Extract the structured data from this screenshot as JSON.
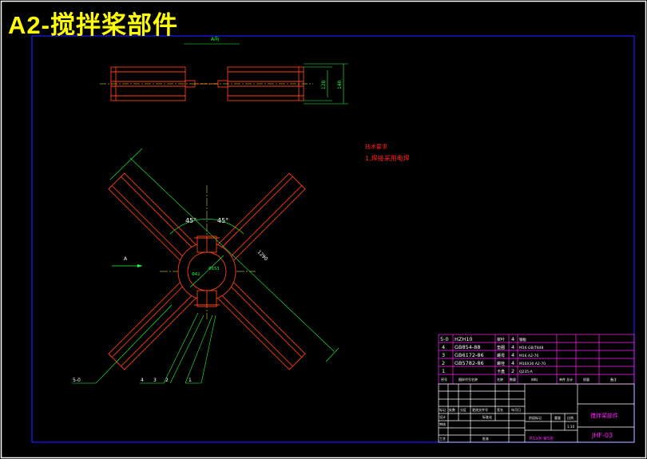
{
  "drawing_title": "A2-搅拌桨部件",
  "colors": {
    "background": "#000000",
    "frame_outer": "#ffffff",
    "frame_inner": "#1a1aff",
    "part_outline": "#ff4010",
    "dimension": "#20ff40",
    "centerline": "#ffff30",
    "notes": "#ff2020",
    "table_magenta": "#ff20ff",
    "table_white": "#ffffff",
    "title_yellow": "#ffff00"
  },
  "top_view": {
    "view_label": "A向",
    "dim_height_inner": "120",
    "dim_height_outer": "140"
  },
  "main_view": {
    "angle_left": "45°",
    "angle_right": "45°",
    "dim_length": "1290",
    "dim_bore": "Φ42",
    "dim_hub": "Φ153",
    "arrow_label": "A"
  },
  "callouts": [
    "5-0",
    "4",
    "3",
    "2",
    "1"
  ],
  "tech_requirements": {
    "heading": "技术要求",
    "item": "1.焊接采用电焊"
  },
  "parts_table": {
    "rows": [
      {
        "no": "5-0",
        "code": "HZH10",
        "name": "桨叶",
        "qty": "4",
        "material": "钢板"
      },
      {
        "no": "4",
        "code": "GB854-88",
        "name": "垫圈",
        "qty": "4",
        "material": "M16 GB/T848"
      },
      {
        "no": "3",
        "code": "GB6172-86",
        "name": "螺母",
        "qty": "4",
        "material": "M16 A2-70"
      },
      {
        "no": "2",
        "code": "GB5782-86",
        "name": "螺栓",
        "qty": "4",
        "material": "M16X30 A2-70"
      },
      {
        "no": "1",
        "code": "",
        "name": "卡盘",
        "qty": "2",
        "material": "Q235-A"
      }
    ],
    "header": [
      "序号",
      "图样代号名称",
      "名称",
      "数量",
      "材料",
      "单件 总计",
      "质量",
      "备注"
    ]
  },
  "title_block": {
    "part_name": "搅拌桨部件",
    "drawing_no": "JHF-03",
    "scale": "1:10",
    "sheet_info": "共13张 第5张",
    "labels": [
      "标记",
      "处数",
      "分区",
      "更改文件号",
      "签名",
      "年月日",
      "设计",
      "标准化",
      "阶段标记",
      "重量",
      "比例",
      "审核",
      "工艺",
      "批准"
    ]
  }
}
